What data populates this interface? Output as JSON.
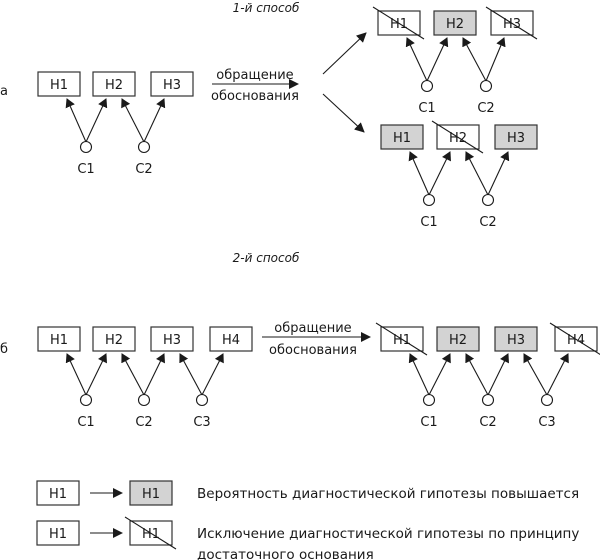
{
  "colors": {
    "box_default": "#ffffff",
    "box_confirmed": "#d3d3d3",
    "stroke": "#333333",
    "text": "#1a1a1a"
  },
  "method_labels": {
    "method1": "1-й способ",
    "method2": "2-й способ"
  },
  "part_a": {
    "label": "а",
    "arrow_label_top": "обращение",
    "arrow_label_bottom": "обоснования",
    "source": {
      "hypotheses": [
        {
          "id": "H1",
          "state": "default"
        },
        {
          "id": "H2",
          "state": "default"
        },
        {
          "id": "H3",
          "state": "default"
        }
      ],
      "symptoms": [
        {
          "id": "C1",
          "supports": [
            "H1",
            "H2"
          ]
        },
        {
          "id": "C2",
          "supports": [
            "H2",
            "H3"
          ]
        }
      ]
    },
    "result_upper": {
      "hypotheses": [
        {
          "id": "H1",
          "state": "excluded"
        },
        {
          "id": "H2",
          "state": "confirmed"
        },
        {
          "id": "H3",
          "state": "excluded"
        }
      ],
      "symptoms": [
        {
          "id": "C1",
          "supports": [
            "H1",
            "H2"
          ]
        },
        {
          "id": "C2",
          "supports": [
            "H2",
            "H3"
          ]
        }
      ]
    },
    "result_lower": {
      "hypotheses": [
        {
          "id": "H1",
          "state": "confirmed"
        },
        {
          "id": "H2",
          "state": "excluded"
        },
        {
          "id": "H3",
          "state": "confirmed"
        }
      ],
      "symptoms": [
        {
          "id": "C1",
          "supports": [
            "H1",
            "H2"
          ]
        },
        {
          "id": "C2",
          "supports": [
            "H2",
            "H3"
          ]
        }
      ]
    }
  },
  "part_b": {
    "label": "б",
    "arrow_label_top": "обращение",
    "arrow_label_bottom": "обоснования",
    "source": {
      "hypotheses": [
        {
          "id": "H1",
          "state": "default"
        },
        {
          "id": "H2",
          "state": "default"
        },
        {
          "id": "H3",
          "state": "default"
        },
        {
          "id": "H4",
          "state": "default"
        }
      ],
      "symptoms": [
        {
          "id": "C1",
          "supports": [
            "H1",
            "H2"
          ]
        },
        {
          "id": "C2",
          "supports": [
            "H2",
            "H3"
          ]
        },
        {
          "id": "C3",
          "supports": [
            "H3",
            "H4"
          ]
        }
      ]
    },
    "result": {
      "hypotheses": [
        {
          "id": "H1",
          "state": "excluded"
        },
        {
          "id": "H2",
          "state": "confirmed"
        },
        {
          "id": "H3",
          "state": "confirmed"
        },
        {
          "id": "H4",
          "state": "excluded"
        }
      ],
      "symptoms": [
        {
          "id": "C1",
          "supports": [
            "H1",
            "H2"
          ]
        },
        {
          "id": "C2",
          "supports": [
            "H2",
            "H3"
          ]
        },
        {
          "id": "C3",
          "supports": [
            "H3",
            "H4"
          ]
        }
      ]
    }
  },
  "legend": [
    {
      "from": "H1",
      "to": "H1",
      "to_state": "confirmed",
      "text": [
        "Вероятность диагностической гипотезы повышается"
      ]
    },
    {
      "from": "H1",
      "to": "H1",
      "to_state": "excluded",
      "text": [
        "Исключение диагностической гипотезы по принципу",
        "достаточного основания"
      ]
    }
  ]
}
